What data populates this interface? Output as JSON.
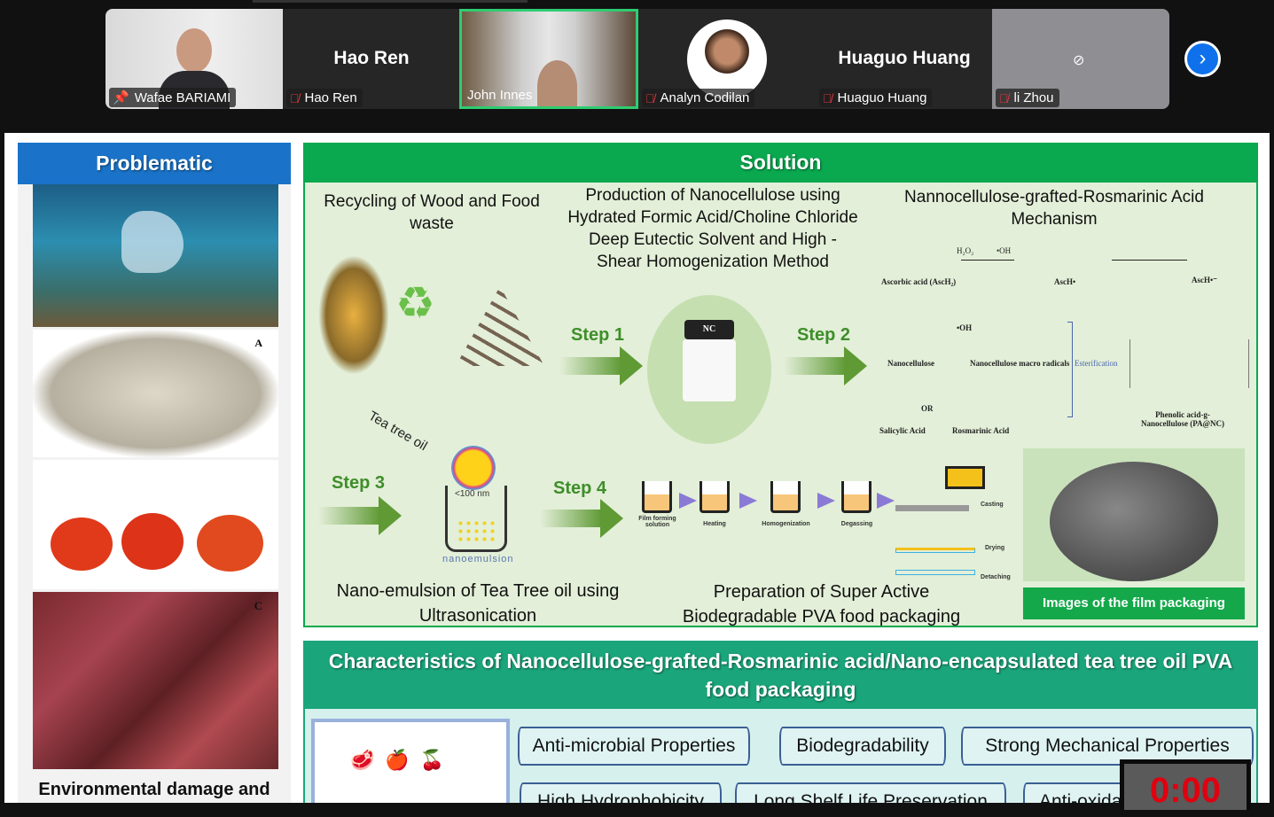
{
  "meeting": {
    "participants": [
      {
        "name": "Wafae BARIAMI",
        "video": true,
        "pinned": true,
        "muted": false
      },
      {
        "name": "Hao Ren",
        "display": "Hao Ren",
        "video": false,
        "muted": true
      },
      {
        "name": "John Innes",
        "video": true,
        "active_speaker": true,
        "muted": false
      },
      {
        "name": "Analyn Codilan",
        "video": false,
        "muted": true
      },
      {
        "name": "Huaguo Huang",
        "display": "Huaguo Huang",
        "video": false,
        "muted": true
      },
      {
        "name": "li Zhou",
        "video": false,
        "camera_off": true,
        "muted": true
      }
    ],
    "next_page_icon": "chevron-right-icon",
    "active_speaker_color": "#2ecc71"
  },
  "slide": {
    "problematic": {
      "title": "Problematic",
      "caption": "Environmental damage and",
      "image_labels": [
        "A",
        "C"
      ],
      "color": "#1a73c8"
    },
    "solution": {
      "title": "Solution",
      "color": "#0aa84f",
      "col1": "Recycling of Wood and Food waste",
      "col2": "Production of Nanocellulose using Hydrated Formic Acid/Choline Chloride Deep Eutectic Solvent and High -Shear Homogenization Method",
      "col3": "Nannocellulose-grafted-Rosmarinic Acid Mechanism",
      "steps": [
        "Step 1",
        "Step 2",
        "Step 3",
        "Step 4"
      ],
      "jar_label": "NC",
      "tea_tree_label": "Tea tree oil",
      "nano_size": "<100 nm",
      "nanoemulsion_label": "nanoemulsion",
      "mechanism": {
        "ascorbic": "Ascorbic acid (AscH₂)",
        "h2o2": "H₂O₂",
        "oh": "•OH",
        "asch_radical": "AscH•",
        "asch_anion": "AscH•⁻",
        "nanocellulose": "Nanocellulose",
        "macro_radicals": "Nanocellulose macro radicals",
        "esterification": "Esterification",
        "salicylic": "Salicylic Acid",
        "or": "OR",
        "rosmarinic": "Rosmarinic Acid",
        "product": "Phenolic acid-g-Nanocellulose (PA@NC)"
      },
      "process": {
        "film_forming": "Film forming solution",
        "heating": "Heating",
        "homogenization": "Homogenization",
        "degassing": "Degassing",
        "casting": "Casting",
        "drying": "Drying",
        "detaching": "Detaching"
      },
      "caption_left": "Nano-emulsion of Tea Tree oil using Ultrasonication",
      "caption_right": "Preparation of Super Active Biodegradable PVA food packaging",
      "film_caption": "Images of the film packaging"
    },
    "characteristics": {
      "title": "Characteristics of Nanocellulose-grafted-Rosmarinic acid/Nano-encapsulated tea tree oil PVA food packaging",
      "color": "#1aa57a",
      "properties": [
        "Anti-microbial Properties",
        "Biodegradability",
        "Strong Mechanical Properties",
        "High Hydrophobicity",
        "Long Shelf Life Preservation",
        "Anti-oxida"
      ]
    }
  },
  "timer": {
    "value": "0:00",
    "color": "#e0000f"
  }
}
